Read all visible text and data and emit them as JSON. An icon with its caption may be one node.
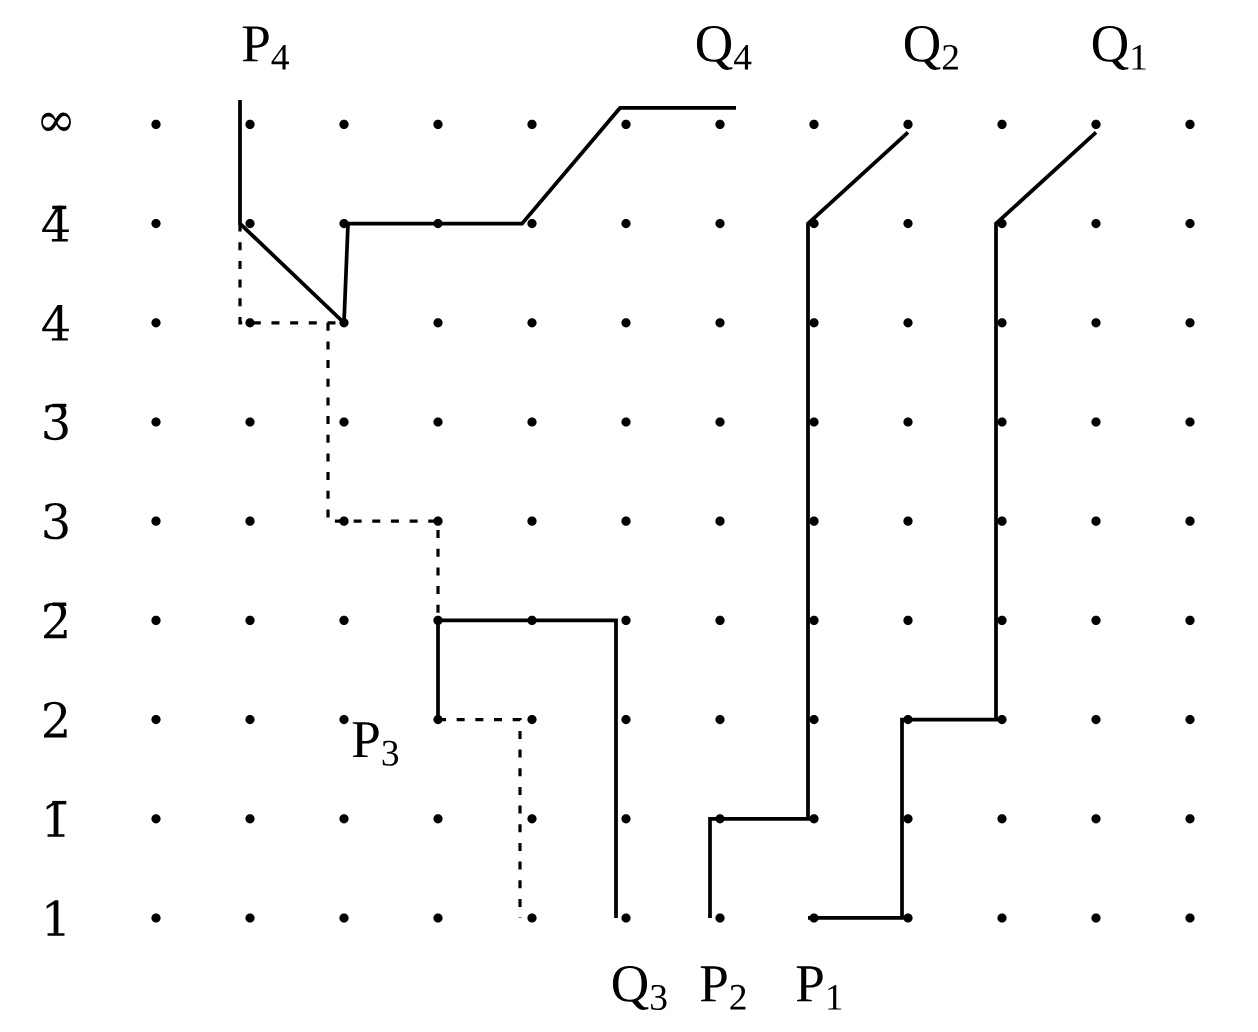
{
  "diagram": {
    "labels": [
      "P$_{4}$",
      "Q$_{4}$",
      "Q$_{2}$",
      "Q$_{1}$",
      "∞",
      "4̄",
      "4",
      "3̄",
      "3",
      "2̄",
      "2",
      "P$_{3}$",
      "1̄",
      "1",
      "Q$_{3}$",
      "P$_{2}$",
      "P$_{1}$"
    ]
  }
}
